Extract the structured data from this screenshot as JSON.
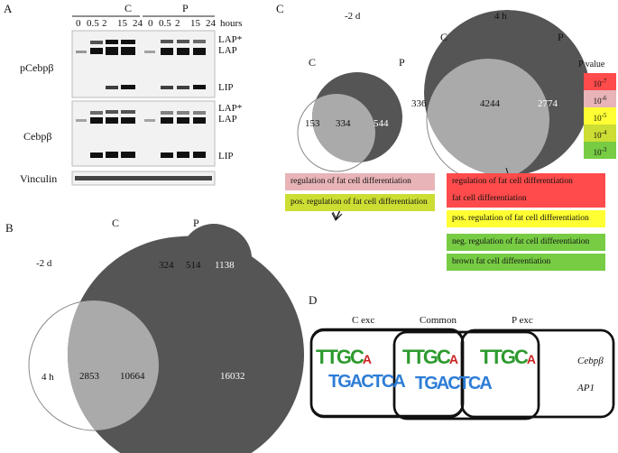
{
  "panel_a": {
    "letter": "A",
    "group_c": "C",
    "group_p": "P",
    "times": [
      "0",
      "0.5",
      "2",
      "15",
      "24",
      "0",
      "0.5",
      "2",
      "15",
      "24"
    ],
    "hours_label": "hours",
    "top_label": "pCebpβ",
    "mid_label": "Cebpβ",
    "bottom_label": "Vinculin",
    "band_lapstar": "LAP*",
    "band_lap": "LAP",
    "band_lip": "LIP",
    "band_lapstar2": "LAP*",
    "band_lap2": "LAP",
    "band_lip2": "LIP"
  },
  "panel_b": {
    "letter": "B",
    "label_c": "C",
    "label_p": "P",
    "row1_label": "-2 d",
    "row1_c_only": "324",
    "row1_common": "514",
    "row1_p_only": "1138",
    "row2_label": "4 h",
    "row2_c_only": "2853",
    "row2_common": "10664",
    "row2_p_only": "16032"
  },
  "panel_c": {
    "letter": "C",
    "left_title": "-2 d",
    "left_c": "C",
    "left_p": "P",
    "left_c_only": "153",
    "left_common": "334",
    "left_p_only": "544",
    "right_title": "4 h",
    "right_c": "C",
    "right_p": "P",
    "right_c_only": "336",
    "right_common": "4244",
    "right_p_only": "2774",
    "legend_title": "P value",
    "legend": [
      {
        "base": "10",
        "exp": "-7",
        "color": "#ff4b4b"
      },
      {
        "base": "10",
        "exp": "-6",
        "color": "#e8b4b8"
      },
      {
        "base": "10",
        "exp": "-5",
        "color": "#ffff33"
      },
      {
        "base": "10",
        "exp": "-4",
        "color": "#ccdd33"
      },
      {
        "base": "10",
        "exp": "-3",
        "color": "#77cc44"
      }
    ],
    "left_terms": [
      {
        "text": "regulation of fat cell differentiation",
        "color": "#e8b4b8"
      },
      {
        "text": "pos. regulation of fat cell differentiation",
        "color": "#ccdd33"
      }
    ],
    "right_terms": [
      {
        "text": "regulation of fat cell differentiation",
        "color": "#ff4b4b"
      },
      {
        "text": "fat cell differentiation",
        "color": "#ff4b4b"
      },
      {
        "text": "pos. regulation of fat cell differentiation",
        "color": "#ffff33"
      },
      {
        "text": "neg. regulation of fat cell differentiation",
        "color": "#77cc44"
      },
      {
        "text": "brown fat cell  differentiation",
        "color": "#77cc44"
      }
    ]
  },
  "panel_d": {
    "letter": "D",
    "col_c_exc": "C exc",
    "col_common": "Common",
    "col_p_exc": "P exc",
    "row1_label": "Cebpβ",
    "row2_label": "AP1",
    "motif1": "TTGC",
    "motif1b": "A",
    "motif2": "TGACTCA"
  }
}
